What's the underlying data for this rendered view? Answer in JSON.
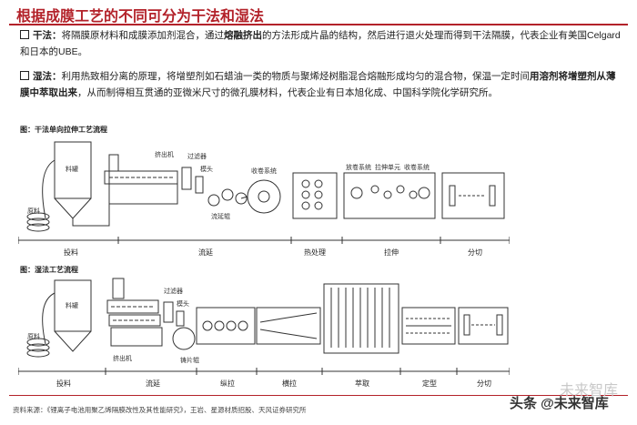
{
  "header": {
    "title": "根据成膜工艺的不同可分为干法和湿法"
  },
  "dry": {
    "label": "干法：",
    "text_a": "将隔膜原材料和成膜添加剂混合，通过",
    "highlight": "熔融挤出",
    "text_b": "的方法形成片晶的结构，然后进行退火处理而得到干法隔膜，代表企业有美国Celgard和日本的UBE。"
  },
  "wet": {
    "label": "湿法：",
    "text_a": "利用热致相分离的原理，将增塑剂如石蜡油一类的物质与聚烯烃树脂混合熔融形成均匀的混合物，保温一定时间",
    "highlight": "用溶剂将增塑剂从薄膜中萃取出来",
    "text_b": "，从而制得相互贯通的亚微米尺寸的微孔膜材料，代表企业有日本旭化成、中国科学院化学研究所。"
  },
  "figure1": {
    "caption": "图：干法单向拉伸工艺流程",
    "labels": {
      "raw": "原料",
      "hopper": "料罐",
      "extruder": "挤出机",
      "filter": "过滤器",
      "die": "模头",
      "cast": "流延辊",
      "winder": "收卷系统",
      "unwind": "放卷系统",
      "stretch": "拉伸单元",
      "rewind": "收卷系统"
    },
    "stages": [
      "投料",
      "流延",
      "热处理",
      "拉伸",
      "分切"
    ]
  },
  "figure2": {
    "caption": "图：湿法工艺流程",
    "labels": {
      "raw": "原料",
      "hopper": "料罐",
      "extruder": "挤出机",
      "filter": "过滤器",
      "die": "模头",
      "cast": "铸片辊"
    },
    "stages": [
      "投料",
      "流延",
      "纵拉",
      "横拉",
      "萃取",
      "定型",
      "分切"
    ]
  },
  "footer": {
    "source": "资料来源：《锂离子电池用聚乙烯隔膜改性及其性能研究》，王岩、星源材质招股、天风证券研究所",
    "watermark": "头条 @未来智库",
    "watermark_faint": "未来智库"
  }
}
